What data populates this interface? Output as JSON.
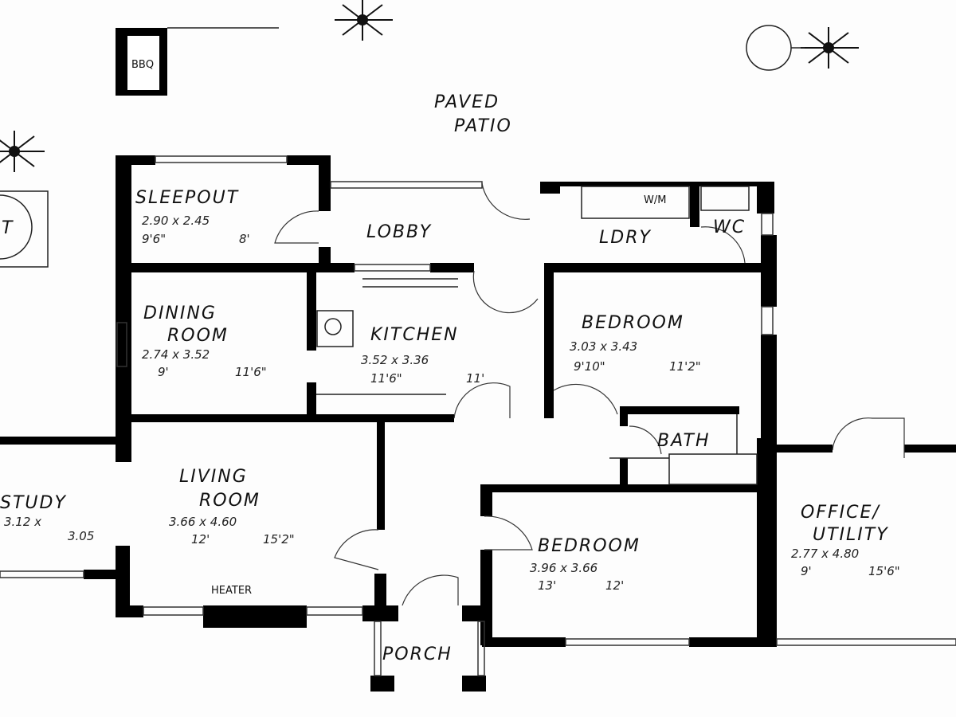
{
  "title": "House floor plan",
  "rooms": {
    "bbq": {
      "name": "BBQ"
    },
    "patio": {
      "name1": "PAVED",
      "name2": "PATIO"
    },
    "sleepout": {
      "name": "SLEEPOUT",
      "metric": "2.90 x 2.45",
      "imperial_w": "9'6\"",
      "imperial_h": "8'"
    },
    "lobby": {
      "name": "LOBBY"
    },
    "laundry": {
      "name": "LDRY"
    },
    "wc": {
      "name": "WC"
    },
    "wm": {
      "name": "W/M"
    },
    "dining": {
      "name1": "DINING",
      "name2": "ROOM",
      "metric": "2.74 x 3.52",
      "imperial_w": "9'",
      "imperial_h": "11'6\""
    },
    "kitchen": {
      "name": "KITCHEN",
      "metric": "3.52 x 3.36",
      "imperial_w": "11'6\"",
      "imperial_h": "11'"
    },
    "bedroom1": {
      "name": "BEDROOM",
      "metric": "3.03 x 3.43",
      "imperial_w": "9'10\"",
      "imperial_h": "11'2\""
    },
    "bath": {
      "name": "BATH"
    },
    "study": {
      "name": "STUDY",
      "metric": "3.12 x",
      "metric2": "3.05"
    },
    "living": {
      "name1": "LIVING",
      "name2": "ROOM",
      "metric": "3.66 x 4.60",
      "imperial_w": "12'",
      "imperial_h": "15'2\""
    },
    "heater": {
      "name": "HEATER"
    },
    "bedroom2": {
      "name": "BEDROOM",
      "metric": "3.96 x 3.66",
      "imperial_w": "13'",
      "imperial_h": "12'"
    },
    "porch": {
      "name": "PORCH"
    },
    "office": {
      "name1": "OFFICE/",
      "name2": "UTILITY",
      "metric": "2.77 x 4.80",
      "imperial_w": "9'",
      "imperial_h": "15'6\""
    },
    "spa": {
      "name": "T"
    }
  }
}
